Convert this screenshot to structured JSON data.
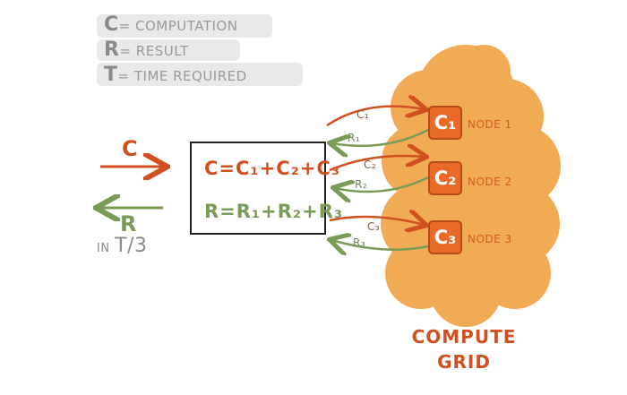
{
  "legend": [
    {
      "key": "C",
      "text": "= COMPUTATION"
    },
    {
      "key": "R",
      "text": "= RESULT"
    },
    {
      "key": "T",
      "text": "= TIME REQUIRED"
    }
  ],
  "input_label": "C",
  "output_label": "R",
  "time_prefix": "IN",
  "time_fraction": "T/3",
  "equations": {
    "compute": "C=C₁+C₂+C₃",
    "result": "R=R₁+R₂+R₃"
  },
  "nodes": [
    {
      "badge": "C₁",
      "label": "NODE 1",
      "send": "C₁",
      "receive": "R₁"
    },
    {
      "badge": "C₂",
      "label": "NODE 2",
      "send": "C₂",
      "receive": "R₂"
    },
    {
      "badge": "C₃",
      "label": "NODE 3",
      "send": "C₃",
      "receive": "R₃"
    }
  ],
  "grid": {
    "title_line1": "COMPUTE",
    "title_line2": "GRID"
  },
  "colors": {
    "orange": "#d1501f",
    "green": "#7a9a58",
    "cloud": "#f2a74c",
    "node": "#e86a28"
  }
}
